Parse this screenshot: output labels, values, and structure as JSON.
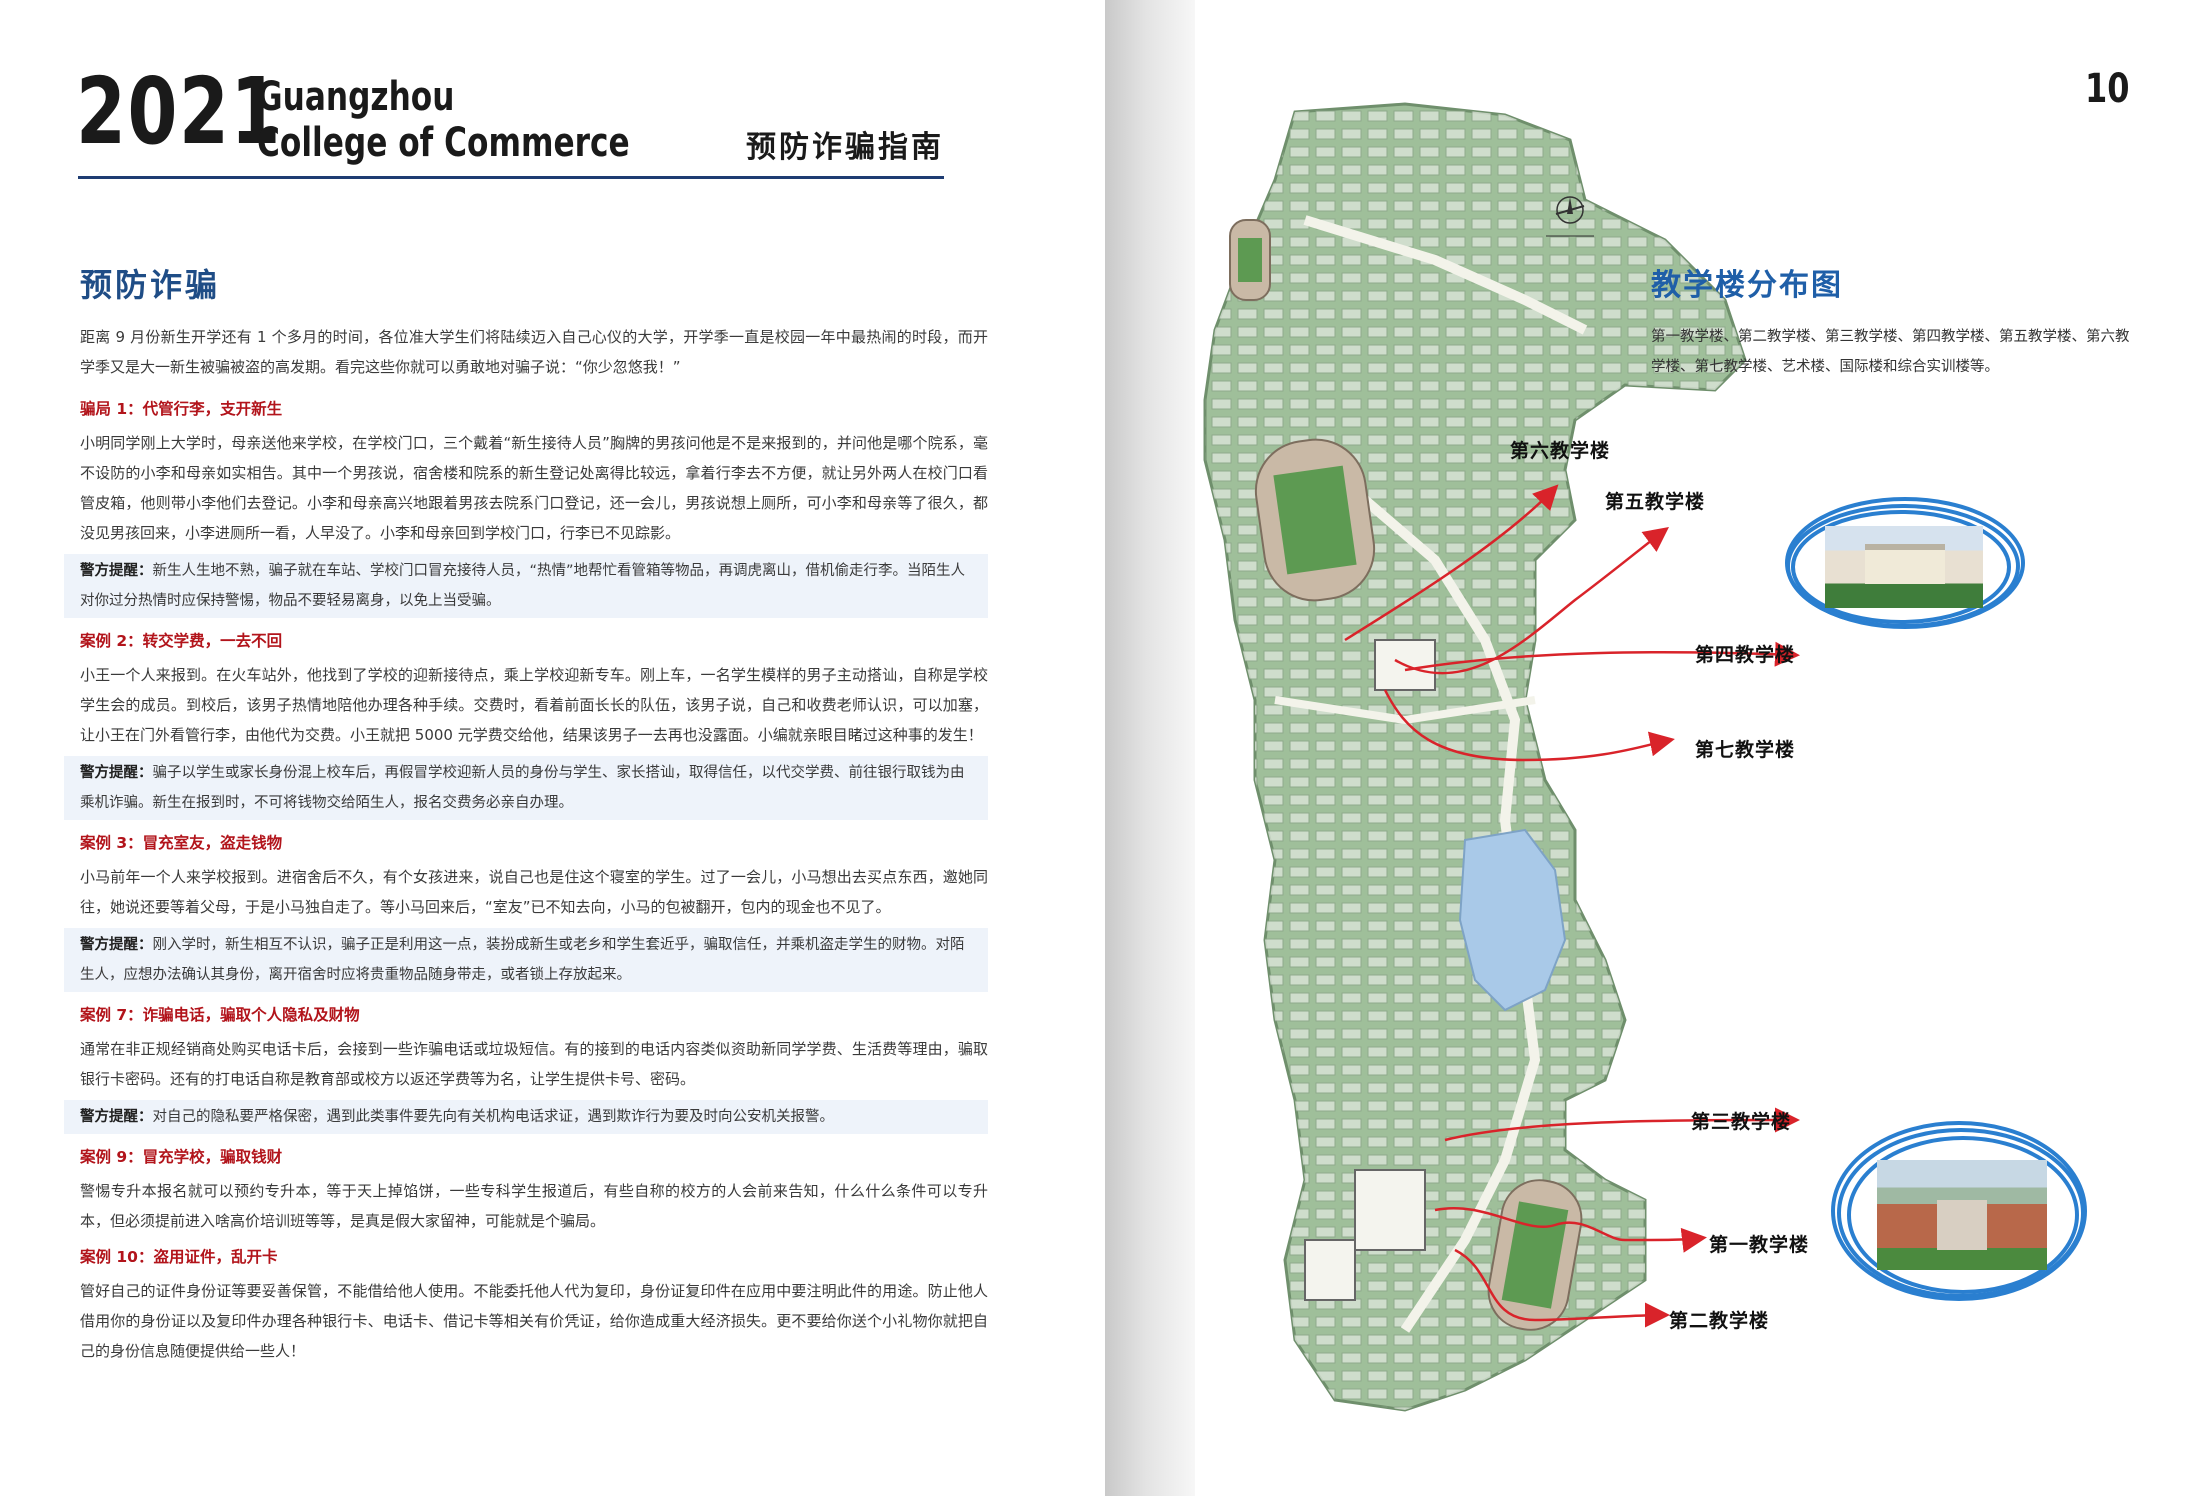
{
  "header": {
    "year": "2021",
    "school_line1": "Guangzhou",
    "school_line2": "College of Commerce",
    "guide_title": "预防诈骗指南",
    "page_number": "10"
  },
  "section": {
    "title": "预防诈骗",
    "intro": "距离 9 月份新生开学还有 1 个多月的时间，各位准大学生们将陆续迈入自己心仪的大学，开学季一直是校园一年中最热闹的时段，而开学季又是大一新生被骗被盗的高发期。看完这些你就可以勇敢地对骗子说：“你少忽悠我！”"
  },
  "cases": [
    {
      "title": "骗局 1：代管行李，支开新生",
      "body": "小明同学刚上大学时，母亲送他来学校，在学校门口，三个戴着“新生接待人员”胸牌的男孩问他是不是来报到的，并问他是哪个院系，毫不设防的小李和母亲如实相告。其中一个男孩说，宿舍楼和院系的新生登记处离得比较远，拿着行李去不方便，就让另外两人在校门口看管皮箱，他则带小李他们去登记。小李和母亲高兴地跟着男孩去院系门口登记，还一会儿，男孩说想上厕所，可小李和母亲等了很久，都没见男孩回来，小李进厕所一看，人早没了。小李和母亲回到学校门口，行李已不见踪影。",
      "warning_label": "警方提醒：",
      "warning": "新生人生地不熟，骗子就在车站、学校门口冒充接待人员，“热情”地帮忙看管箱等物品，再调虎离山，借机偷走行李。当陌生人对你过分热情时应保持警惕，物品不要轻易离身，以免上当受骗。"
    },
    {
      "title": "案例 2：转交学费，一去不回",
      "body": "小王一个人来报到。在火车站外，他找到了学校的迎新接待点，乘上学校迎新专车。刚上车，一名学生模样的男子主动搭讪，自称是学校学生会的成员。到校后，该男子热情地陪他办理各种手续。交费时，看着前面长长的队伍，该男子说，自己和收费老师认识，可以加塞，让小王在门外看管行李，由他代为交费。小王就把 5000 元学费交给他，结果该男子一去再也没露面。小编就亲眼目睹过这种事的发生！",
      "warning_label": "警方提醒：",
      "warning": "骗子以学生或家长身份混上校车后，再假冒学校迎新人员的身份与学生、家长搭讪，取得信任，以代交学费、前往银行取钱为由乘机诈骗。新生在报到时，不可将钱物交给陌生人，报名交费务必亲自办理。"
    },
    {
      "title": "案例 3：冒充室友，盗走钱物",
      "body": "小马前年一个人来学校报到。进宿舍后不久，有个女孩进来，说自己也是住这个寝室的学生。过了一会儿，小马想出去买点东西，邀她同往，她说还要等着父母，于是小马独自走了。等小马回来后，“室友”已不知去向，小马的包被翻开，包内的现金也不见了。",
      "warning_label": "警方提醒：",
      "warning": "刚入学时，新生相互不认识，骗子正是利用这一点，装扮成新生或老乡和学生套近乎，骗取信任，并乘机盗走学生的财物。对陌生人，应想办法确认其身份，离开宿舍时应将贵重物品随身带走，或者锁上存放起来。"
    },
    {
      "title": "案例 7：诈骗电话，骗取个人隐私及财物",
      "body": "通常在非正规经销商处购买电话卡后，会接到一些诈骗电话或垃圾短信。有的接到的电话内容类似资助新同学学费、生活费等理由，骗取银行卡密码。还有的打电话自称是教育部或校方以返还学费等为名，让学生提供卡号、密码。",
      "warning_label": "警方提醒：",
      "warning": "对自己的隐私要严格保密，遇到此类事件要先向有关机构电话求证，遇到欺诈行为要及时向公安机关报警。"
    },
    {
      "title": "案例 9：冒充学校，骗取钱财",
      "body": "警惕专升本报名就可以预约专升本，等于天上掉馅饼，一些专科学生报道后，有些自称的校方的人会前来告知，什么什么条件可以专升本，但必须提前进入啥高价培训班等等，是真是假大家留神，可能就是个骗局。",
      "warning_label": "",
      "warning": ""
    },
    {
      "title": "案例 10：盗用证件，乱开卡",
      "body": "管好自己的证件身份证等要妥善保管，不能借给他人使用。不能委托他人代为复印，身份证复印件在应用中要注明此件的用途。防止他人借用你的身份证以及复印件办理各种银行卡、电话卡、借记卡等相关有价凭证，给你造成重大经济损失。更不要给你送个小礼物你就把自己的身份信息随便提供给一些人！",
      "warning_label": "",
      "warning": ""
    }
  ],
  "map": {
    "title": "教学楼分布图",
    "description": "第一教学楼、第二教学楼、第三教学楼、第四教学楼、第五教学楼、第六教学楼、第七教学楼、艺术楼、国际楼和综合实训楼等。",
    "buildings": {
      "b6": "第六教学楼",
      "b5": "第五教学楼",
      "b4": "第四教学楼",
      "b7": "第七教学楼",
      "b3": "第三教学楼",
      "b1": "第一教学楼",
      "b2": "第二教学楼"
    },
    "colors": {
      "arrow": "#d9232a",
      "circle": "#2a7fd0",
      "land": "#9fbf9a",
      "water": "#a9c9e8"
    }
  }
}
